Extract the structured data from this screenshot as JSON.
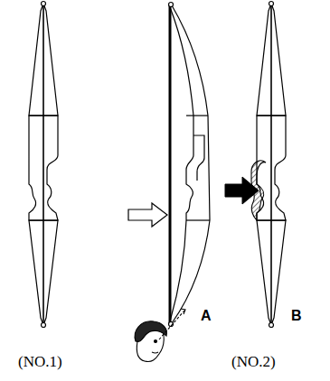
{
  "diagram": {
    "labels": [
      "A",
      "B",
      "(NO.1)",
      "(NO.2)"
    ]
  }
}
